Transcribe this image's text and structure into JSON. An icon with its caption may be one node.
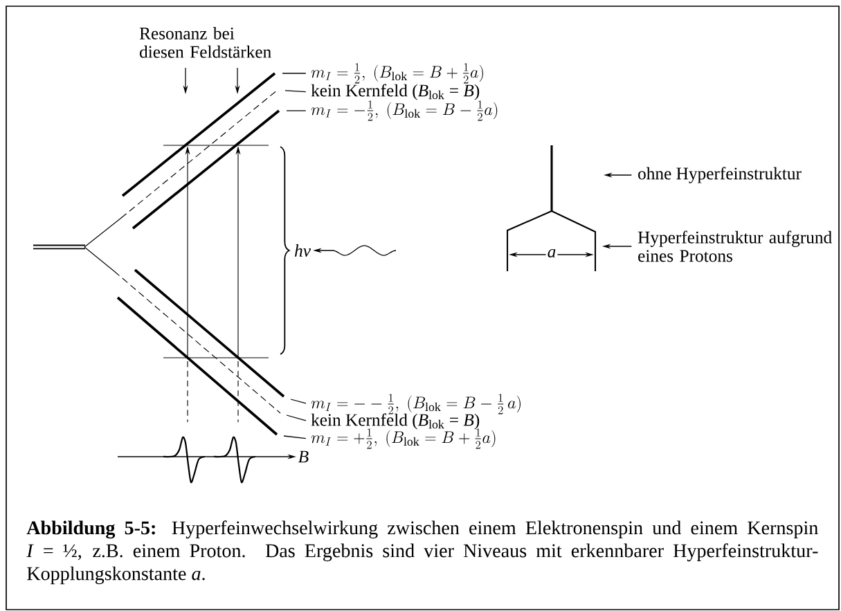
{
  "diagram": {
    "caption": "**Abbildung 5-5:** Hyperfeinwechselwirkung zwischen einem Elektronenspin und einem Kernspin *I* = ½, z.B. einem Proton. Das Ergebnis sind vier Niveaus mit erkennbarer Hyperfeinstruktur-Kopplungskonstante *a*.",
    "nodes": [
      {
        "text": [
          "Resonanz bei diesen Feldstärken"
        ]
      },
      {
        "text": [
          "m_I=\\tfrac{1}{2},\\ (B_{\\mathrm{lok}}=B+\\tfrac{1}{2}a)"
        ]
      },
      {
        "text": [
          "kein Kernfeld (*B*$_{lok}$ = *B*)"
        ]
      },
      {
        "text": [
          "m_I=-\\tfrac{1}{2},\\ (B_{\\mathrm{lok}}=B-\\tfrac{1}{2}a)"
        ]
      },
      {
        "text": [
          "hν"
        ]
      },
      {
        "text": [
          "ohne Hyperfeinstruktur"
        ]
      },
      {
        "text": [
          "Hyperfeinstruktur aufgrund eines Protons"
        ]
      },
      {
        "text": [
          "m_I=--\\tfrac{1}{2},\\ (B_{\\mathrm{lok}}=B-\\tfrac{1}{2}\\,a)"
        ]
      },
      {
        "text": [
          "kein Kernfeld (*B*$_{lok}$ = *B*)"
        ]
      },
      {
        "text": [
          "m_I=+\\tfrac{1}{2},\\ (B_{\\mathrm{lok}}=B+\\tfrac{1}{2}a)"
        ]
      },
      {
        "text": [],
        "shape": "line"
      }
    ],
    "edges": [
      {
        "from": 0,
        "to": null,
        "arrow": "to"
      },
      {
        "from": 0,
        "to": null,
        "arrow": "to"
      },
      {
        "from": null,
        "to": 4,
        "arrow": "to"
      },
      {
        "from": 1,
        "to": null,
        "arrow": "none"
      },
      {
        "from": 2,
        "to": null,
        "arrow": "none"
      },
      {
        "from": 3,
        "to": null,
        "arrow": "none"
      },
      {
        "from": 7,
        "to": null,
        "arrow": "none"
      },
      {
        "from": 8,
        "to": null,
        "arrow": "none"
      },
      {
        "from": 9,
        "to": null,
        "arrow": "none"
      },
      {
        "from": 5,
        "to": null,
        "arrow": "to"
      },
      {
        "from": 6,
        "to": 10,
        "arrow": "to"
      }
    ],
    "labels": [
      "a",
      "B"
    ]
  }
}
